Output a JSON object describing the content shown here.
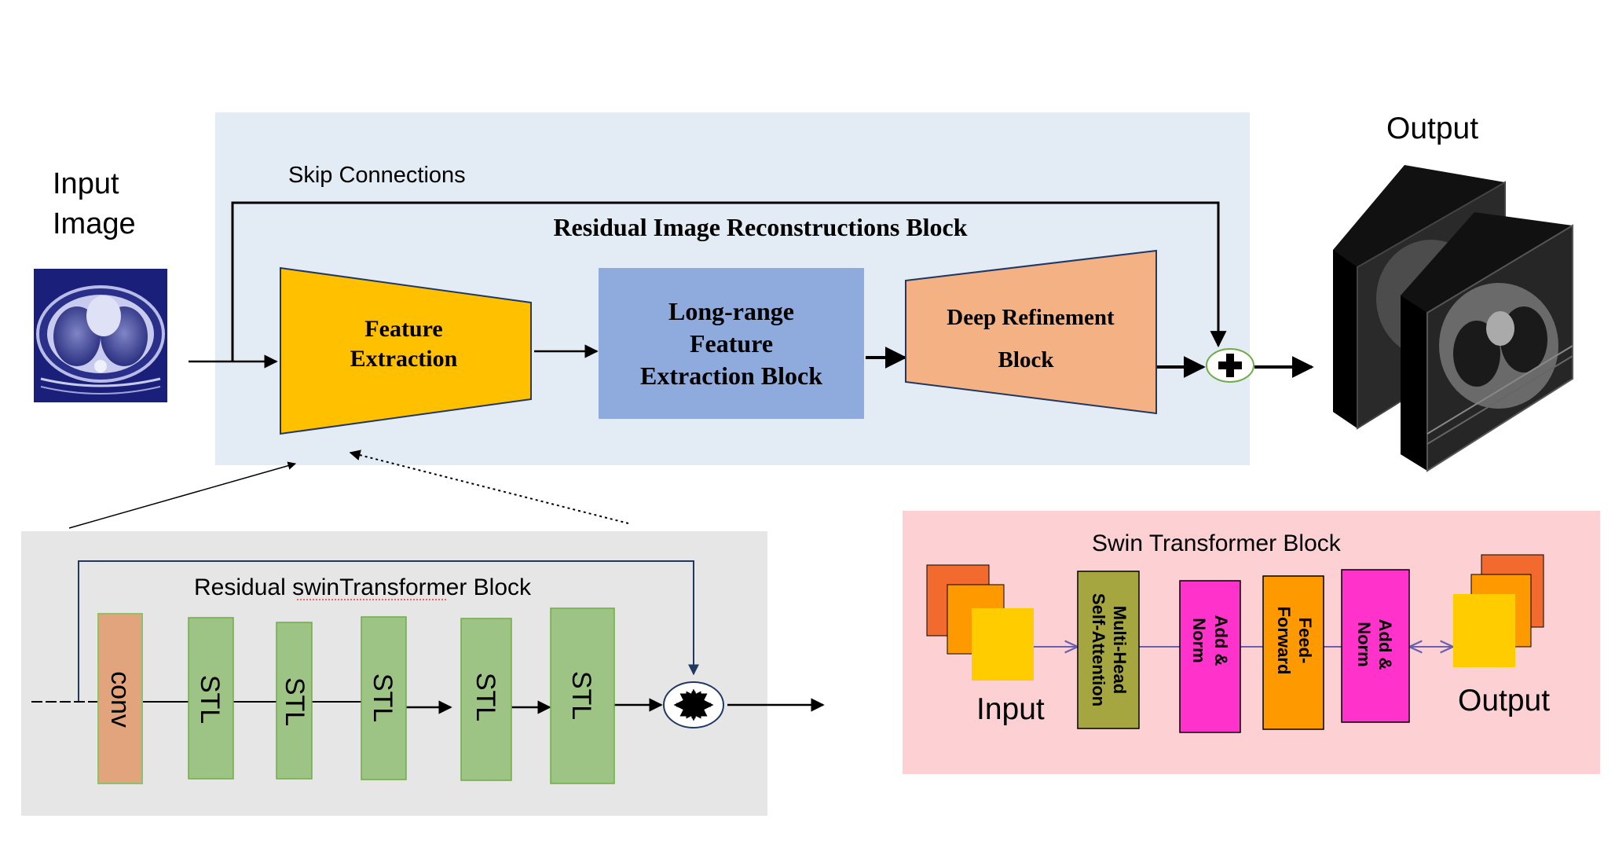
{
  "input_image_label_line1": "Input",
  "input_image_label_line2": "Image",
  "output_label": "Output",
  "skip_connections_label": "Skip Connections",
  "residual_block_title": "Residual Image Reconstructions Block",
  "feature_extraction_line1": "Feature",
  "feature_extraction_line2": "Extraction",
  "long_range_line1": "Long-range",
  "long_range_line2": "Feature",
  "long_range_line3": "Extraction Block",
  "deep_refinement_line1": "Deep Refinement",
  "deep_refinement_line2": "Block",
  "rstb_title": "Residual swinTransformer Block",
  "rstb_conv_label": "conv",
  "rstb_stl_labels": [
    "STL",
    "STL",
    "STL",
    "STL",
    "STL"
  ],
  "swin_title": "Swin Transformer Block",
  "swin_input_label": "Input",
  "swin_output_label": "Output",
  "swin_msa_line1": "Multi-Head",
  "swin_msa_line2": "Self-Attention",
  "swin_addnorm_line1": "Add &",
  "swin_addnorm_line2": "Norm",
  "swin_ff_line1": "Feed-",
  "swin_ff_line2": "Forward",
  "colors": {
    "main_bg": "#e3ebf5",
    "feature_extraction": "#ffc000",
    "long_range": "#8faadc",
    "deep_refinement": "#f4b183",
    "rstb_bg": "#e7e6e6",
    "conv": "#e2a47c",
    "stl": "#9dc385",
    "swin_bg": "#fdd0d3",
    "msa": "#a5a63f",
    "addnorm": "#ff33cc",
    "feedforward": "#ff9900"
  }
}
